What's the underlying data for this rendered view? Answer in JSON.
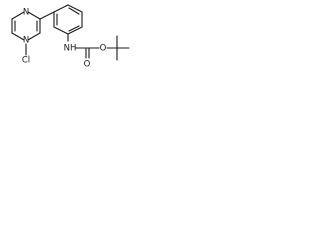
{
  "molecule": {
    "atoms": {
      "pyrimidine_n_top": "N",
      "pyrimidine_n_bottom": "N",
      "chlorine": "Cl",
      "amide_nh": "NH",
      "carbonyl_o": "O",
      "ester_o": "O"
    }
  }
}
